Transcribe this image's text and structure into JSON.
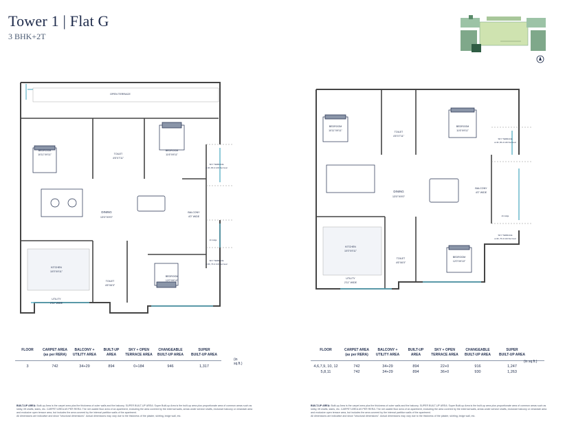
{
  "header": {
    "title": "Tower 1 | Flat G",
    "subtitle": "3 BHK+2T"
  },
  "colors": {
    "navy": "#1d2a4a",
    "wall": "#444444",
    "glass": "#5fb3c8",
    "keyplan_green": "#cfe3b0",
    "keyplan_tower": "#7fa88a"
  },
  "left_plan": {
    "rooms": [
      {
        "name": "OPEN TERRACE"
      },
      {
        "name": "BEDROOM",
        "size": "10'11\"X9'11\""
      },
      {
        "name": "TOILET",
        "size": "4'6\"X7'11\""
      },
      {
        "name": "BEDROOM",
        "size": "11'6\"X9'11\""
      },
      {
        "name": "SKY TERRACE",
        "note": "at 4th, 8th & 12th floor level"
      },
      {
        "name": "DINING",
        "size": "13'0\"X9'0\""
      },
      {
        "name": "BALCONY",
        "size": "4'0\" WIDE"
      },
      {
        "name": "SKY TERRACE",
        "note": "at 4th, 7th & 11th floor level"
      },
      {
        "name": "KITCHEN",
        "size": "10'0\"X9'11\""
      },
      {
        "name": "TOILET",
        "size": "4'6\"X6'0\""
      },
      {
        "name": "BEDROOM",
        "size": "12'0\"X9'10\""
      },
      {
        "name": "UTILITY",
        "size": "2'11\" WIDE"
      }
    ],
    "ac_ledge": "AC ledge"
  },
  "right_plan": {
    "rooms": [
      {
        "name": "BEDROOM",
        "size": "10'11\"X9'11\""
      },
      {
        "name": "TOILET",
        "size": "4'6\"X7'11\""
      },
      {
        "name": "BEDROOM",
        "size": "11'6\"X9'11\""
      },
      {
        "name": "SKY TERRACE",
        "note": "at 4th, 8th & 12th floor level"
      },
      {
        "name": "DINING",
        "size": "13'0\"X9'0\""
      },
      {
        "name": "BALCONY",
        "size": "4'0\" WIDE"
      },
      {
        "name": "SKY TERRACE",
        "note": "at 4th, 7th & 11th floor level"
      },
      {
        "name": "KITCHEN",
        "size": "10'0\"X9'11\""
      },
      {
        "name": "TOILET",
        "size": "4'6\"X6'0\""
      },
      {
        "name": "BEDROOM",
        "size": "12'0\"X9'10\""
      },
      {
        "name": "UTILITY",
        "size": "2'11\" WIDE"
      }
    ],
    "ac_ledge": "AC ledge"
  },
  "table_left": {
    "headers": [
      "FLOOR",
      "CARPET AREA\n(as per RERA)",
      "BALCONY +\nUTILITY AREA",
      "BUILT-UP\nAREA",
      "SKY + OPEN\nTERRACE AREA",
      "CHANGEABLE\nBUILT-UP AREA",
      "SUPER\nBUILT-UP AREA"
    ],
    "rows": [
      [
        "3",
        "742",
        "34+29",
        "894",
        "0+184",
        "946",
        "1,317"
      ]
    ],
    "unit": "(in sq.ft.)"
  },
  "table_right": {
    "headers": [
      "FLOOR",
      "CARPET AREA\n(as per RERA)",
      "BALCONY +\nUTILITY AREA",
      "BUILT-UP\nAREA",
      "SKY + OPEN\nTERRACE AREA",
      "CHANGEABLE\nBUILT-UP AREA",
      "SUPER\nBUILT-UP AREA"
    ],
    "rows": [
      [
        "4,6,7,9, 10, 12\n5,8,11",
        "742\n742",
        "34+29\n34+29",
        "894\n894",
        "22+0\n36+0",
        "916\n930",
        "1,247\n1,263"
      ]
    ],
    "unit": "(in sq.ft.)"
  },
  "footnote": {
    "bold": "BUILT-UP AREA:",
    "text": "Built-up Area is the carpet area plus the thickness of outer walls and the balcony. SUPER BUILT-UP AREA: Super Built-up Area is the built-up area plus proportionate area of common areas such as lobby, lift shafts, stairs, etc. CARPET AREA AS PER RERA: The net usable floor area of an apartment, excluding the area covered by the external walls, areas under service shafts, exclusive balcony or verandah area and exclusive open terrace area, but includes the area covered by the internal partition walls of the apartment.",
    "note": "All dimensions are indicative and show \"structural dimensions\". Actual dimensions may vary due to the thickness of the plaster, skirting, ledge wall, etc."
  }
}
